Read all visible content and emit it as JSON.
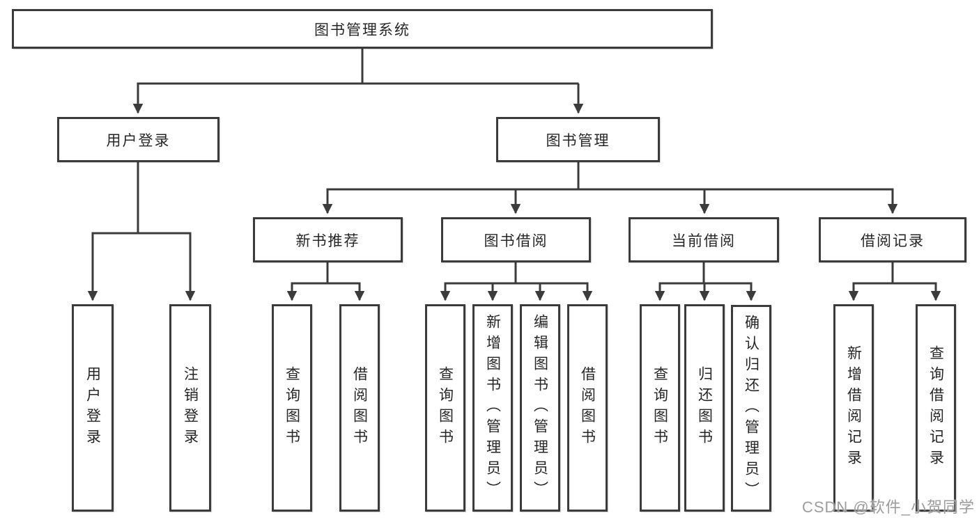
{
  "diagram": {
    "type": "tree",
    "root": "图书管理系统",
    "level2": [
      {
        "label": "用户登录",
        "children": [
          "用户登录",
          "注销登录"
        ]
      },
      {
        "label": "图书管理",
        "children": [
          {
            "label": "新书推荐",
            "children": [
              "查询图书",
              "借阅图书"
            ]
          },
          {
            "label": "图书借阅",
            "children": [
              "查询图书",
              "新增图书（管理员）",
              "编辑图书（管理员）",
              "借阅图书"
            ]
          },
          {
            "label": "当前借阅",
            "children": [
              "查询图书",
              "归还图书",
              "确认归还（管理员）"
            ]
          },
          {
            "label": "借阅记录",
            "children": [
              "新增借阅记录",
              "查询借阅记录"
            ]
          }
        ]
      }
    ]
  },
  "watermark": "CSDN @软件_小贺同学",
  "colors": {
    "line": "#3b3b3b",
    "box_border": "#3b3b3b",
    "text": "#262626",
    "background": "#ffffff",
    "watermark": "#9c9c9c"
  }
}
